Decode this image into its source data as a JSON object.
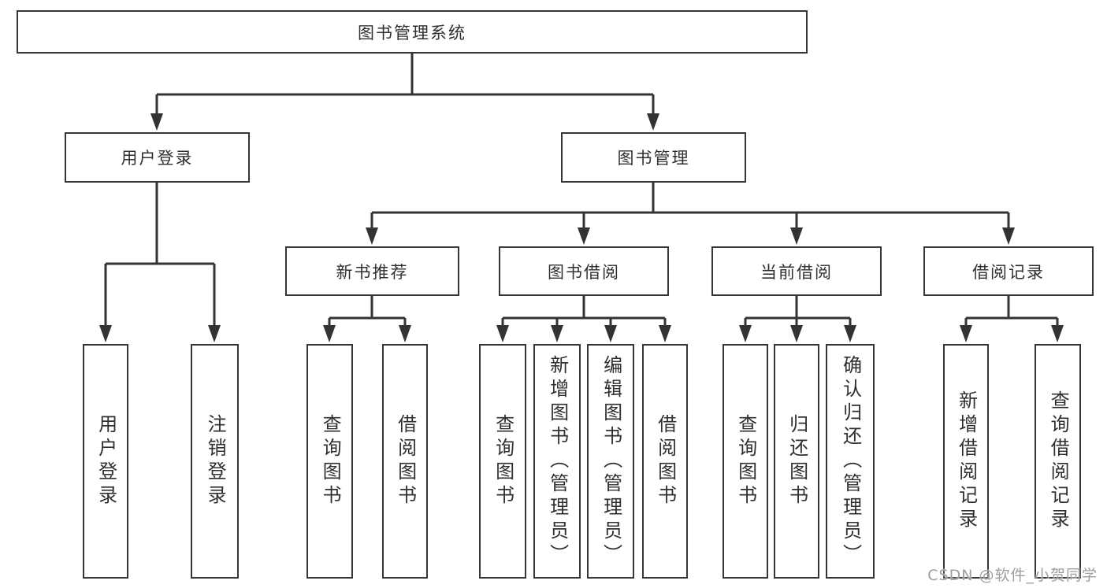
{
  "diagram": {
    "root": {
      "label": "图书管理系统"
    },
    "level2": [
      {
        "label": "用户登录"
      },
      {
        "label": "图书管理"
      }
    ],
    "level3": [
      {
        "label": "新书推荐"
      },
      {
        "label": "图书借阅"
      },
      {
        "label": "当前借阅"
      },
      {
        "label": "借阅记录"
      }
    ],
    "leaves": {
      "login": [
        "用户登录",
        "注销登录"
      ],
      "recommend": [
        "查询图书",
        "借阅图书"
      ],
      "borrow": [
        "查询图书",
        "新增图书（管理员）",
        "编辑图书（管理员）",
        "借阅图书"
      ],
      "current": [
        "查询图书",
        "归还图书",
        "确认归还（管理员）"
      ],
      "records": [
        "新增借阅记录",
        "查询借阅记录"
      ]
    },
    "watermark": "CSDN @软件_小贺同学",
    "colors": {
      "line": "#333333",
      "border": "#363636",
      "text": "#2f2f2f",
      "box_background": "#ffffff",
      "page_background": "#ffffff",
      "watermark": "#9e9e9e"
    }
  }
}
